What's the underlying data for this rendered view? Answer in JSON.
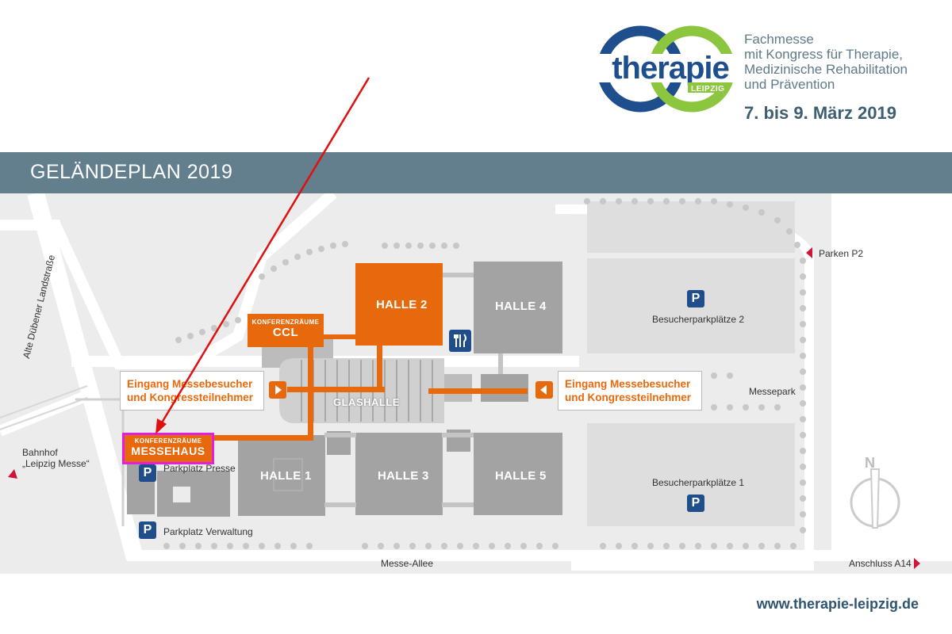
{
  "header": {
    "logo_word": "therapie",
    "logo_sub": "LEIPZIG",
    "tagline": [
      "Fachmesse",
      "mit Kongress für Therapie,",
      "Medizinische Rehabilitation",
      "und Prävention"
    ],
    "date": "7. bis 9. März 2019"
  },
  "banner": {
    "title": "GELÄNDEPLAN 2019"
  },
  "map": {
    "halls": {
      "halle1": "HALLE 1",
      "halle2": "HALLE 2",
      "halle3": "HALLE 3",
      "halle4": "HALLE 4",
      "halle5": "HALLE 5",
      "glashalle": "GLASHALLE"
    },
    "conference": {
      "ccl_small": "KONFERENZRÄUME",
      "ccl_big": "CCL",
      "messehaus_small": "KONFERENZRÄUME",
      "messehaus_big": "MESSEHAUS"
    },
    "entrances": {
      "west_line1": "Eingang Messebesucher",
      "west_line2": "und Kongressteilnehmer",
      "east_line1": "Eingang Messebesucher",
      "east_line2": "und Kongressteilnehmer"
    },
    "parking": {
      "symbol": "P",
      "presse": "Parkplatz Presse",
      "verwaltung": "Parkplatz Verwaltung",
      "besucher1": "Besucherparkplätze 1",
      "besucher2": "Besucherparkplätze 2"
    },
    "places": {
      "road_west": "Alte Dübener Landstraße",
      "station_line1": "Bahnhof",
      "station_line2": "„Leipzig Messe“",
      "messe_allee": "Messe-Allee",
      "messepark": "Messepark",
      "parken_p2": "Parken P2",
      "anschluss": "Anschluss A14",
      "north": "N"
    },
    "icons": {
      "food": "fork-knife-icon",
      "parking": "parking-icon",
      "entrance_west": "arrow-right-icon",
      "entrance_east": "arrow-left-icon",
      "north": "compass-north-icon",
      "pointer": "red-arrow-pointer-icon"
    }
  },
  "footer": {
    "url": "www.therapie-leipzig.de"
  },
  "colors": {
    "banner": "#637e8c",
    "hall_gray": "#a3a3a3",
    "hall_highlight": "#e8690c",
    "parking_blue": "#1f4e8a",
    "logo_blue": "#1e4f8c",
    "logo_green": "#8cc63f",
    "highlight_border": "#e020e0",
    "pointer_red": "#e01010"
  }
}
